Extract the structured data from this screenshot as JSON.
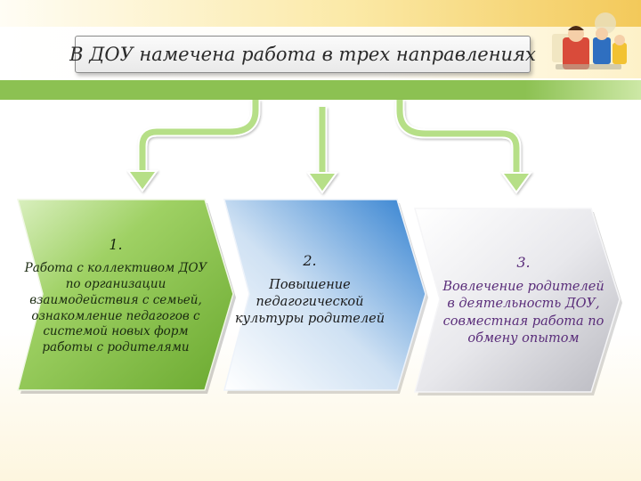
{
  "title": "В ДОУ намечена работа в трех направлениях",
  "directions": [
    {
      "number": "1.",
      "lines": [
        "Работа с коллективом ДОУ",
        "по организации",
        "взаимодействия с семьей,",
        "ознакомление педагогов с",
        "системой новых форм",
        "работы с родителями"
      ],
      "fill_color": "#7cbd3e",
      "text_color": "#1a2a10"
    },
    {
      "number": "2.",
      "lines": [
        "Повышение",
        "педагогической",
        "культуры родителей"
      ],
      "fill_color": "#2f7fd0",
      "text_color": "#1a1a1a"
    },
    {
      "number": "3.",
      "lines": [
        "Вовлечение родителей",
        "в деятельность ДОУ,",
        "совместная работа по",
        "обмену опытом"
      ],
      "fill_color": "#c9c9cf",
      "text_color": "#5a2d7a"
    }
  ],
  "colors": {
    "banner_green": "#8cc152",
    "arrow_green": "#b6df87",
    "arrow_outline": "#ffffff"
  }
}
